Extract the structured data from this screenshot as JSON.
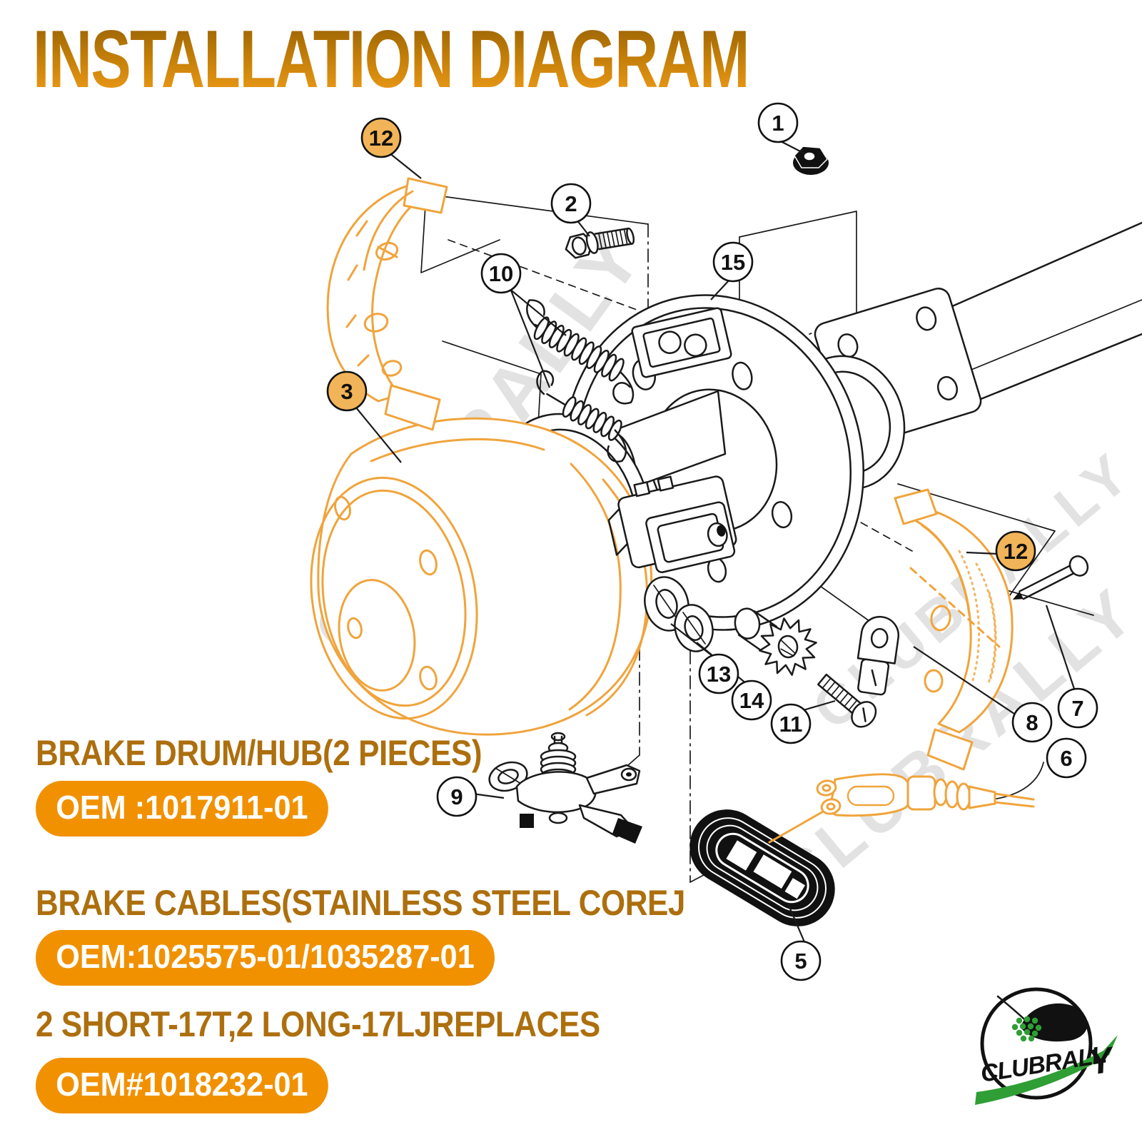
{
  "title": "INSTALLATION DIAGRAM",
  "watermark": "CLUBRALLY",
  "products": [
    {
      "heading": "BRAKE DRUM/HUB(2 PIECES)",
      "oem": "OEM :1017911-01"
    },
    {
      "heading": "BRAKE CABLES(STAINLESS STEEL COREJ",
      "oem": "OEM:1025575-01/1035287-01"
    },
    {
      "heading": "2 SHORT-17T,2 LONG-17LJREPLACES",
      "oem": "OEM#1018232-01"
    }
  ],
  "callouts": [
    {
      "n": "12",
      "style": "orange"
    },
    {
      "n": "1",
      "style": "white"
    },
    {
      "n": "2",
      "style": "white"
    },
    {
      "n": "10",
      "style": "white"
    },
    {
      "n": "15",
      "style": "white"
    },
    {
      "n": "3",
      "style": "orange"
    },
    {
      "n": "12",
      "style": "orange"
    },
    {
      "n": "13",
      "style": "white"
    },
    {
      "n": "14",
      "style": "white"
    },
    {
      "n": "11",
      "style": "white"
    },
    {
      "n": "8",
      "style": "white"
    },
    {
      "n": "7",
      "style": "white"
    },
    {
      "n": "6",
      "style": "white"
    },
    {
      "n": "9",
      "style": "white"
    },
    {
      "n": "5",
      "style": "white"
    }
  ],
  "logo": {
    "text": "CLUBRALL",
    "accent": "Y"
  },
  "colors": {
    "title_gradient_top": "#8e5c05",
    "title_gradient_bottom": "#f9a31c",
    "heading_text": "#ad6f0e",
    "pill_background": "#f19100",
    "pill_text": "#ffffff",
    "diagram_line_black": "#1a1a1a",
    "diagram_line_orange": "#f0a43c",
    "callout_fill_orange": "#f2b458",
    "callout_fill_white": "#ffffff",
    "logo_green": "#2f9e35",
    "watermark_gray": "#e2e2e2"
  }
}
